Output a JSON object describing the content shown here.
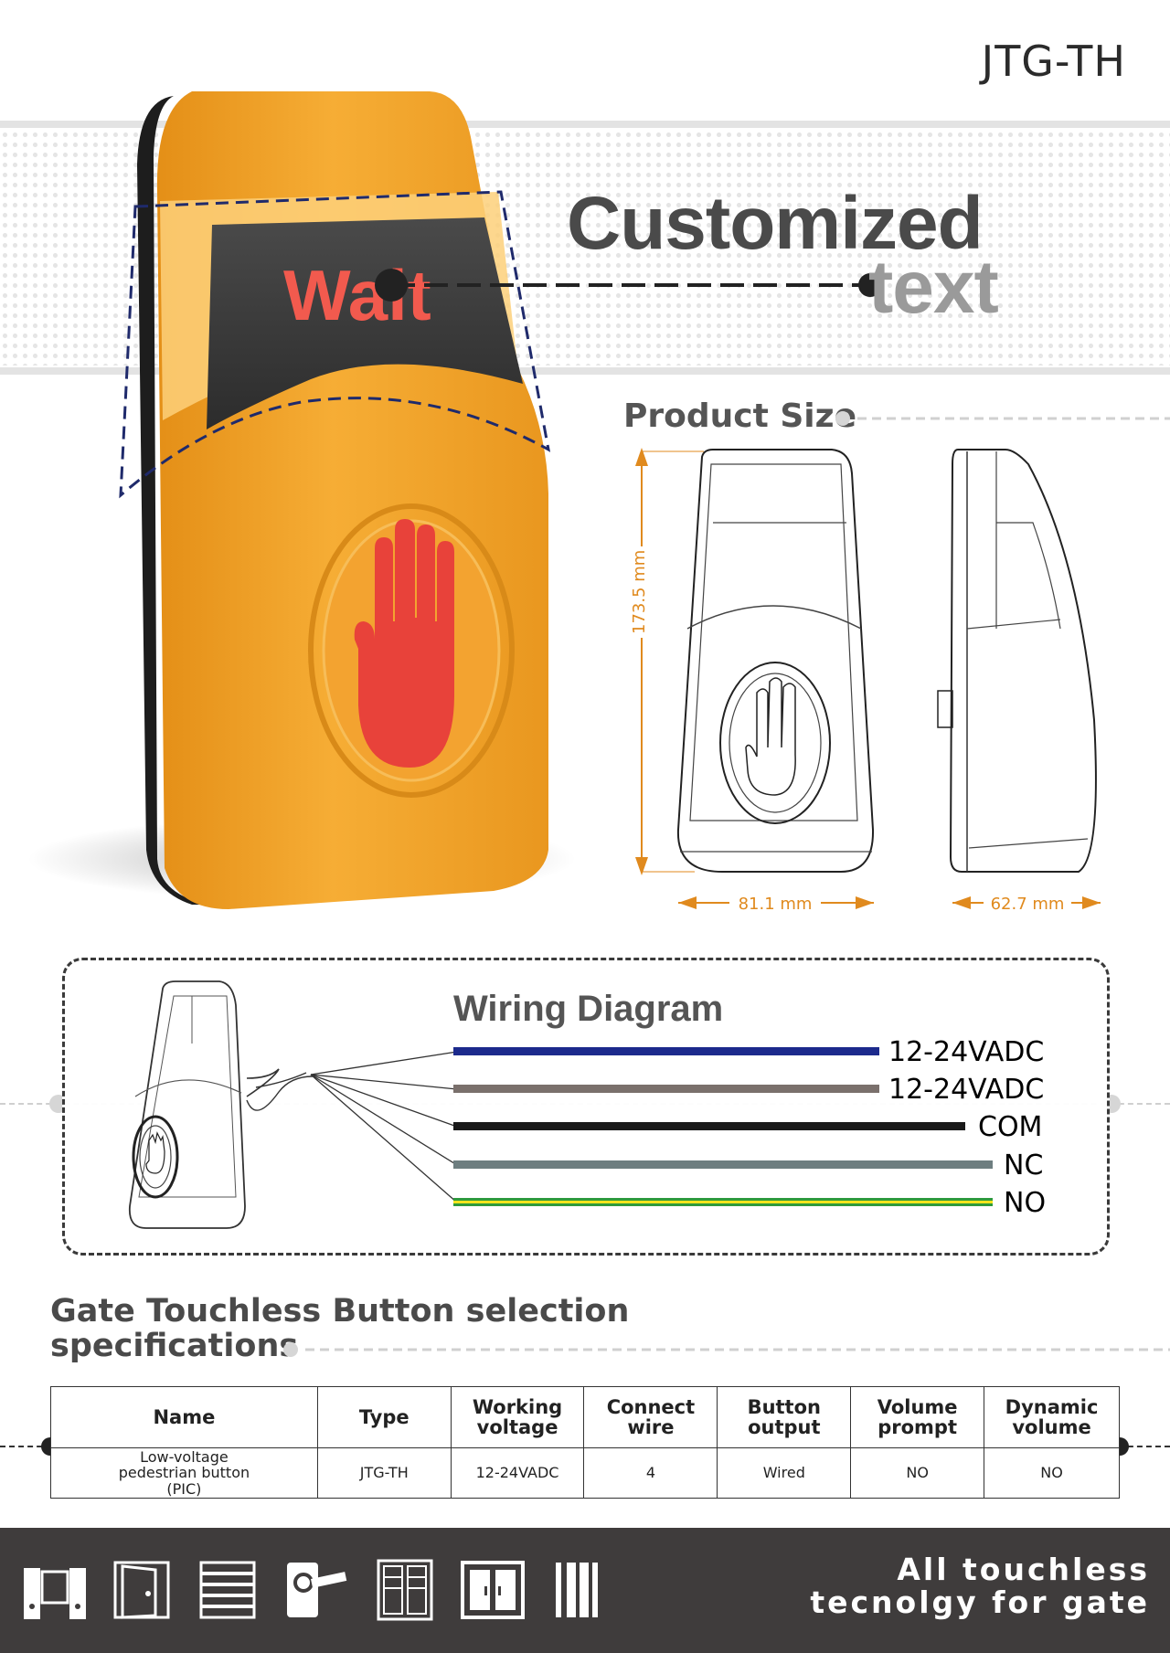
{
  "model_code": "JTG-TH",
  "hero": {
    "display_text": "Wait",
    "callout_line1": "Customized",
    "callout_line2": "text"
  },
  "product_size": {
    "title": "Product Size",
    "height": "173.5 mm",
    "width": "81.1 mm",
    "depth": "62.7 mm"
  },
  "wiring": {
    "title": "Wiring Diagram",
    "wires": [
      {
        "label": "12-24VADC",
        "color": "#1c2a8c",
        "label_color": "#1c2a8c"
      },
      {
        "label": "12-24VADC",
        "color": "#7a706c",
        "label_color": "#7a706c"
      },
      {
        "label": "COM",
        "color": "#1a1a1a",
        "label_color": "#1a1a1a"
      },
      {
        "label": "NC",
        "color": "#6e7e80",
        "label_color": "#6e7e80"
      },
      {
        "label": "NO",
        "color": "#2e9a3c",
        "label_color": "#138a4a"
      }
    ]
  },
  "specs": {
    "title_line1": "Gate Touchless Button selection",
    "title_line2": "specifications",
    "headers": [
      "Name",
      "Type",
      "Working voltage",
      "Connect wire",
      "Button output",
      "Volume prompt",
      "Dynamic volume"
    ],
    "row": [
      "Low-voltage pedestrian button (PIC)",
      "JTG-TH",
      "12-24VADC",
      "4",
      "Wired",
      "NO",
      "NO"
    ]
  },
  "footer": {
    "tagline_line1": "All touchless",
    "tagline_line2": "tecnolgy for gate",
    "icons": [
      "swing-barrier-icon",
      "door-icon",
      "shutter-gate-icon",
      "card-reader-icon",
      "cabinet-door-icon",
      "double-door-icon",
      "turnstile-bars-icon"
    ]
  },
  "colors": {
    "device_orange": "#f2a42a",
    "dimension_orange": "#e08a1e",
    "footer_bg": "#3f3c3c"
  }
}
